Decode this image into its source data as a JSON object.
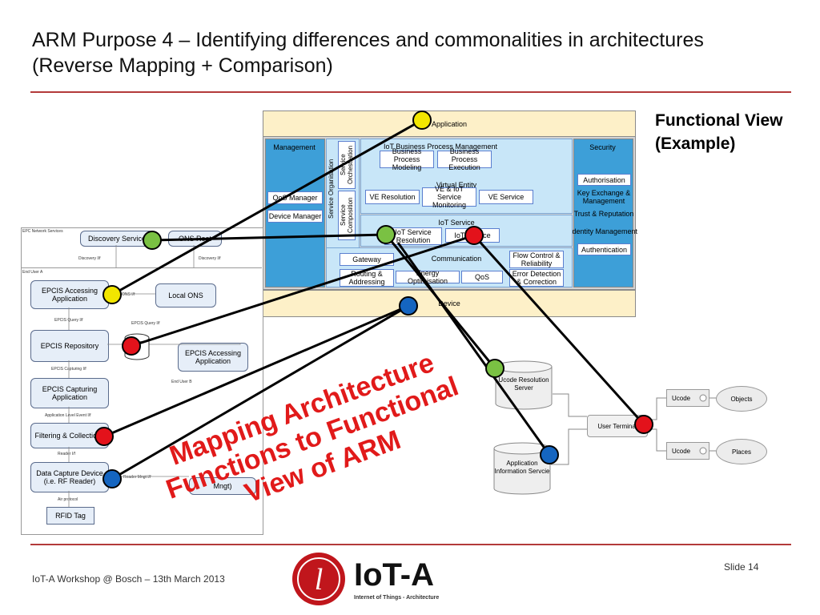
{
  "slide": {
    "title_line1": "ARM Purpose 4 – Identifying differences and commonalities in architectures",
    "title_line2": "(Reverse Mapping + Comparison)",
    "subtitle_line1": "Functional View",
    "subtitle_line2": "(Example)",
    "overlay_line1": "Mapping Architecture",
    "overlay_line2": "Functions to Functional",
    "overlay_line3": "View of ARM",
    "footer_left": "IoT-A Workshop @ Bosch – 13th March 2013",
    "slide_number": "Slide 14",
    "logo_text": "IoT-A",
    "logo_tagline": "Internet of Things - Architecture"
  },
  "arm": {
    "application": "Application",
    "management": "Management",
    "security": "Security",
    "qos_manager": "QoS Manager",
    "device_manager": "Device Manager",
    "service_orchestration": "Service Orchestration",
    "service_organisation": "Service Organisation",
    "service_composition": "Service Composition",
    "iot_bpm": "IoT Business Process Management",
    "bp_modeling": "Business Process Modeling",
    "bp_execution": "Business Process Execution",
    "virtual_entity": "Virtual Entity",
    "ve_resolution": "VE Resolution",
    "ve_iot_monitoring": "VE & IoT Service Monitoring",
    "ve_service": "VE Service",
    "iot_service": "IoT Service",
    "iot_service_resolution": "IoT Service Resolution",
    "iot_service_box": "IoT Service",
    "gateway": "Gateway",
    "communication": "Communication",
    "flow_control": "Flow Control & Reliability",
    "routing": "Routing & Addressing",
    "energy": "Energy Optimisation",
    "qos": "QoS",
    "error_detection": "Error Detection & Correction",
    "device": "Device",
    "authorisation": "Authorisation",
    "key_exchange": "Key Exchange & Management",
    "trust": "Trust & Reputation",
    "identity": "Identity Management",
    "authentication": "Authentication"
  },
  "epc": {
    "network_services": "EPC Network Services",
    "discovery_service": "Discovery Service",
    "ons_root": "ONS Root",
    "discovery_if_1": "Discovery I/f",
    "discovery_if_2": "Discovery I/f",
    "end_user_a": "End User A",
    "epcis_accessing_app": "EPCIS Accessing Application",
    "ons_if": "ONS I/f",
    "local_ons": "Local ONS",
    "epcis_query_1": "EPCIS Query I/f",
    "epcis_query_2": "EPCIS Query I/f",
    "epcis_repository": "EPCIS Repository",
    "epcis_accessing_app_b": "EPCIS Accessing Application",
    "epcis_capturing_if": "EPCIS Capturing I/f",
    "end_user_b": "End User B",
    "epcis_capturing_app": "EPCIS Capturing Application",
    "ale_if": "Application Level Event I/f",
    "filtering": "Filtering & Collections",
    "reader_if": "Reader I/f",
    "data_capture": "Data Capture Device (i.e. RF Reader)",
    "reader_mngt_if": "Reader Mngt I/f",
    "reader_mngt": "Mngt)",
    "air_protocol": "Air protocol",
    "rfid_tag": "RFID Tag"
  },
  "ucode": {
    "resolution_server": "Ucode Resolution Server",
    "app_info_service": "Application Information Servcie",
    "user_terminal": "User Terminal",
    "ucode_1": "Ucode",
    "ucode_2": "Ucode",
    "objects": "Objects",
    "places": "Places"
  },
  "colors": {
    "rule": "#b33a3a",
    "overlay_text": "#e11a1a",
    "yellow_dot": "#f2e600",
    "green_dot": "#7ac143",
    "red_dot": "#e3121b",
    "blue_dot": "#1565c0"
  }
}
